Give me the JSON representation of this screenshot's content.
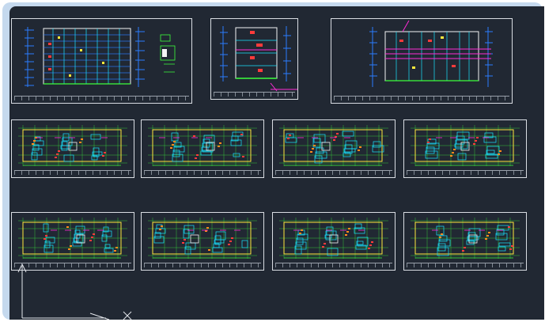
{
  "viewport": {
    "name": "CAD model space",
    "background": "#212833"
  },
  "colors": {
    "sheet_border": "#d9dde3",
    "cyan": "#19e3ff",
    "green": "#3cff3c",
    "yellow": "#ffe93c",
    "red": "#ff3b3b",
    "magenta": "#ff2bd6",
    "blue": "#2a7dff",
    "white": "#f4f4f4",
    "orange": "#ff8a1c"
  },
  "drawing_sheets": [
    {
      "id": "sheet-elevation-left",
      "kind": "elevation"
    },
    {
      "id": "sheet-section-center",
      "kind": "section"
    },
    {
      "id": "sheet-elevation-right",
      "kind": "elevation"
    },
    {
      "id": "sheet-floorplan-1",
      "kind": "floor-plan"
    },
    {
      "id": "sheet-floorplan-2",
      "kind": "floor-plan"
    },
    {
      "id": "sheet-floorplan-3",
      "kind": "floor-plan"
    },
    {
      "id": "sheet-floorplan-4",
      "kind": "floor-plan"
    },
    {
      "id": "sheet-floorplan-5",
      "kind": "floor-plan"
    },
    {
      "id": "sheet-floorplan-6",
      "kind": "floor-plan"
    },
    {
      "id": "sheet-floorplan-7",
      "kind": "floor-plan"
    },
    {
      "id": "sheet-floorplan-8",
      "kind": "floor-plan"
    }
  ],
  "ucs_icon": {
    "name": "ucs-axis-icon"
  }
}
